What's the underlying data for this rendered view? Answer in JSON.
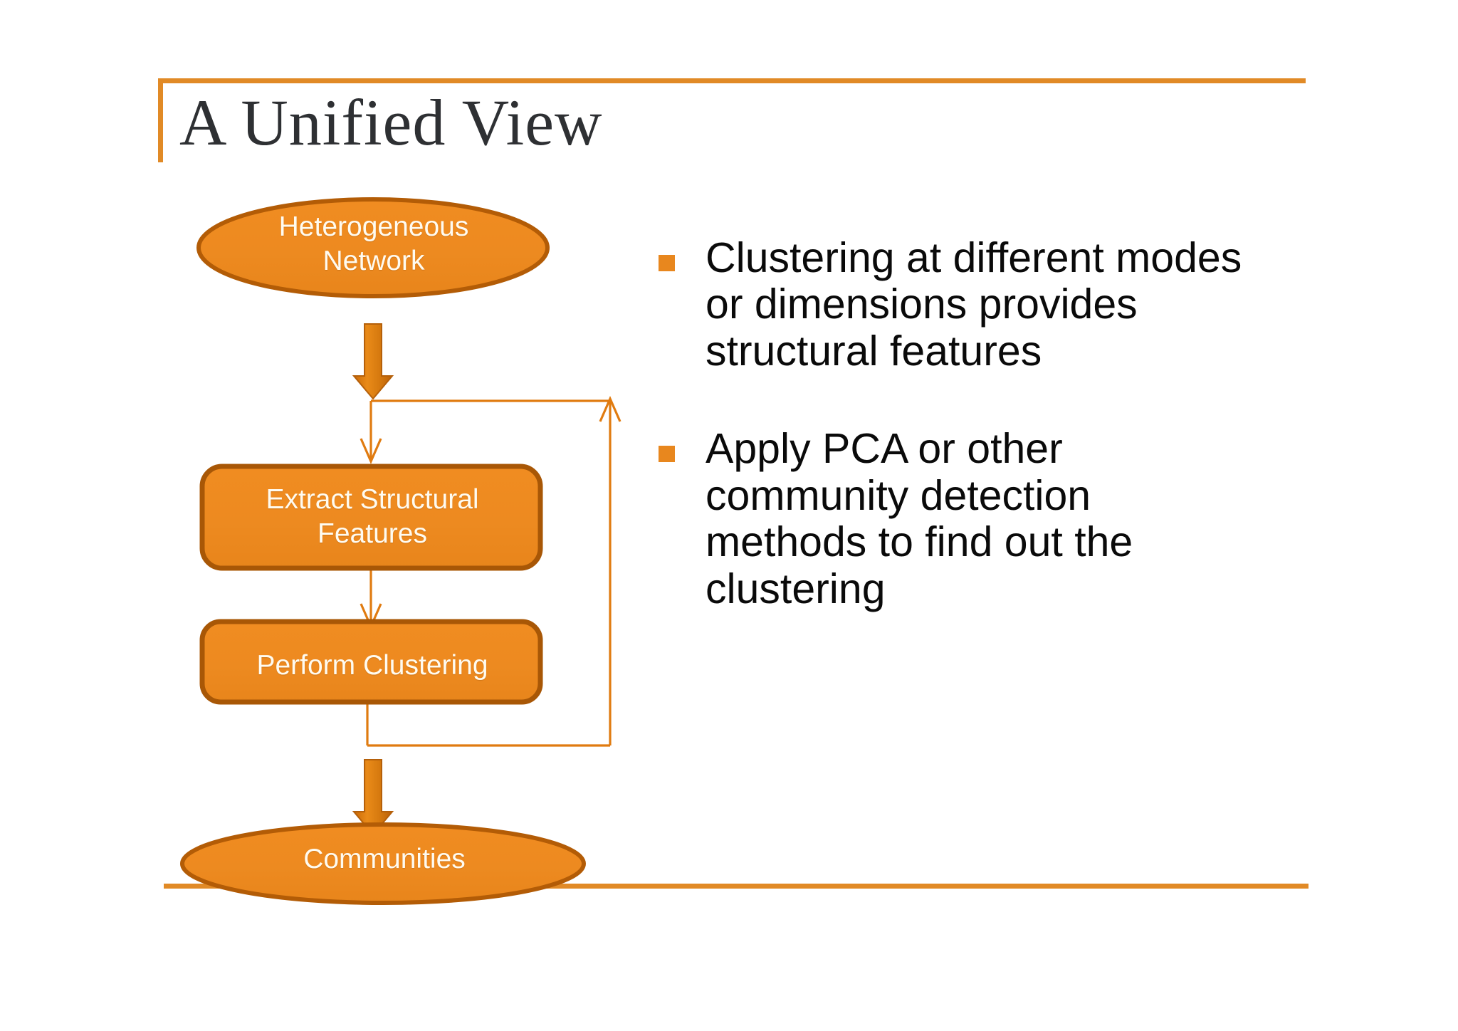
{
  "slide": {
    "title": "A Unified View",
    "theme": {
      "accent_line": "#E18A26",
      "node_fill": "#ED8B21",
      "node_fill_dark": "#E07B10",
      "node_border": "#B35C06",
      "connector": "#E07B10",
      "bullet_marker": "#E8871E",
      "title_color": "#2E3033",
      "body_text": "#0A0A0A",
      "node_text": "#FFFBF0",
      "background": "#FFFFFF"
    }
  },
  "diagram": {
    "nodes": [
      {
        "id": "heterogeneous-network",
        "shape": "ellipse",
        "label": "Heterogeneous\nNetwork",
        "line1": "Heterogeneous",
        "line2": "Network"
      },
      {
        "id": "extract-structural-features",
        "shape": "rounded-rect",
        "label": "Extract Structural\nFeatures",
        "line1": "Extract Structural",
        "line2": "Features"
      },
      {
        "id": "perform-clustering",
        "shape": "rounded-rect",
        "label": "Perform Clustering",
        "line1": "Perform Clustering",
        "line2": ""
      },
      {
        "id": "communities",
        "shape": "ellipse",
        "label": "Communities",
        "line1": "Communities",
        "line2": ""
      }
    ],
    "connectors": [
      {
        "id": "network-to-extract",
        "style": "block-arrow",
        "from": "heterogeneous-network",
        "to": "extract-structural-features"
      },
      {
        "id": "extract-to-clustering",
        "style": "thin-arrow",
        "from": "extract-structural-features",
        "to": "perform-clustering"
      },
      {
        "id": "clustering-feedback-loop",
        "style": "thin-arrow-loop",
        "from": "perform-clustering",
        "to": "extract-structural-features"
      },
      {
        "id": "clustering-to-communities",
        "style": "block-arrow",
        "from": "perform-clustering",
        "to": "communities"
      }
    ]
  },
  "bullets": [
    {
      "id": "bullet-clustering-modes",
      "text": "Clustering at different modes or dimensions provides structural features"
    },
    {
      "id": "bullet-apply-pca",
      "text": "Apply PCA or other community detection methods to find out the clustering"
    }
  ]
}
